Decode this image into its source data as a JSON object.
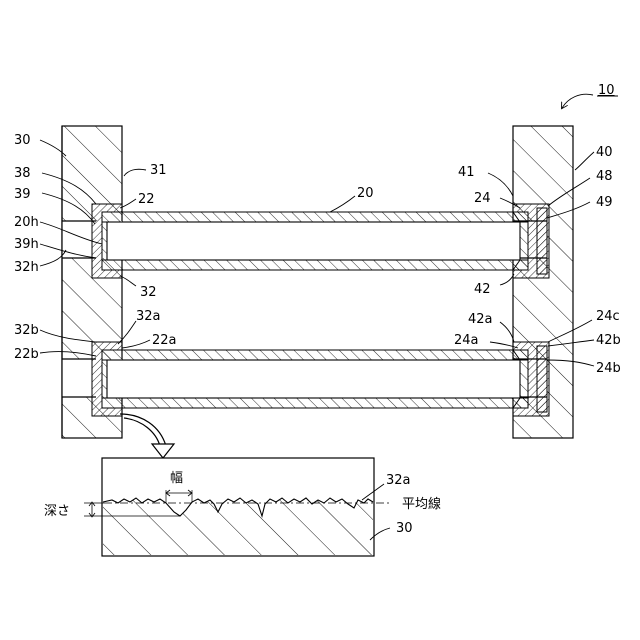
{
  "figure": {
    "ref_main": "10",
    "labels": {
      "l30": "30",
      "l31": "31",
      "l38": "38",
      "l39": "39",
      "l20h": "20h",
      "l39h": "39h",
      "l32h": "32h",
      "l22": "22",
      "l20": "20",
      "l32": "32",
      "l32b": "32b",
      "l32a": "32a",
      "l22a": "22a",
      "l22b": "22b",
      "l40": "40",
      "l41": "41",
      "l24": "24",
      "l48": "48",
      "l49": "49",
      "l42": "42",
      "l42a": "42a",
      "l24c": "24c",
      "l24a": "24a",
      "l42b": "42b",
      "l24b": "24b"
    },
    "detail": {
      "width_label": "幅",
      "depth_label": "深さ",
      "surface_label": "32a",
      "avg_line_label": "平均線",
      "substrate_label": "30"
    }
  }
}
